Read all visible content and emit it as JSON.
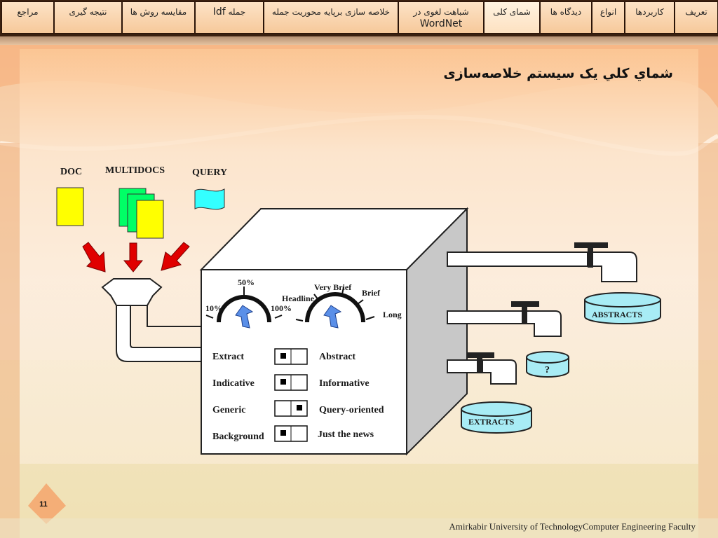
{
  "nav": {
    "tabs": [
      {
        "label": "تعریف"
      },
      {
        "label": "کاربردها"
      },
      {
        "label": "انواع"
      },
      {
        "label": "دیدگاه ها"
      },
      {
        "label": "شمای کلی"
      },
      {
        "label_line1": "شباهت لغوی در",
        "label_line2": "WordNet"
      },
      {
        "label": "خلاصه سازی برپایه محوریت جمله"
      },
      {
        "label_prefix": "Idf",
        "label_suffix": "جمله"
      },
      {
        "label": "مقایسه روش ها"
      },
      {
        "label": "نتیجه گیری"
      },
      {
        "label": "مراجع"
      }
    ]
  },
  "slide": {
    "title": "شماي كلي يک سيستم خلاصه‌سازی",
    "page_number": "11",
    "footer": "Amirkabir University of TechnologyComputer Engineering Faculty"
  },
  "diagram": {
    "inputs": {
      "doc": "DOC",
      "multidocs": "MULTIDOCS",
      "query": "QUERY"
    },
    "dial1": {
      "low": "10%",
      "mid": "50%",
      "high": "100%"
    },
    "dial2": {
      "headline": "Headline",
      "very_brief": "Very Brief",
      "brief": "Brief",
      "long": "Long"
    },
    "switches": [
      {
        "left": "Extract",
        "right": "Abstract",
        "state": "left"
      },
      {
        "left": "Indicative",
        "right": "Informative",
        "state": "left"
      },
      {
        "left": "Generic",
        "right": "Query-oriented",
        "state": "right"
      },
      {
        "left": "Background",
        "right": "Just the news",
        "state": "left"
      }
    ],
    "outputs": {
      "abstracts": "ABSTRACTS",
      "unknown": "?",
      "extracts": "EXTRACTS"
    }
  },
  "colors": {
    "doc_yellow": "#ffff00",
    "multidoc_green": "#00ff66",
    "query_cyan": "#33ffff",
    "arrow_red": "#e00000",
    "dial_arrow_blue": "#5a8fe8",
    "output_fill": "#a8ecf5"
  }
}
